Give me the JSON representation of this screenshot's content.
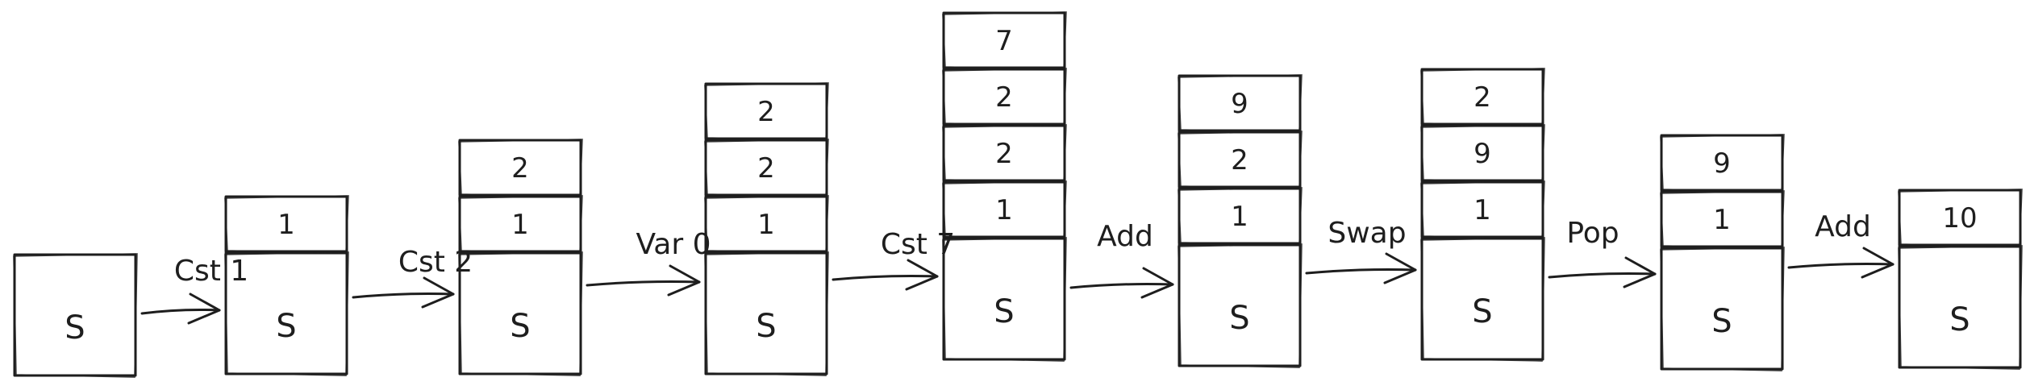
{
  "diagram": {
    "base_label": "S",
    "stacks": [
      {
        "cells": []
      },
      {
        "cells": [
          "1"
        ]
      },
      {
        "cells": [
          "1",
          "2"
        ]
      },
      {
        "cells": [
          "1",
          "2",
          "2"
        ]
      },
      {
        "cells": [
          "1",
          "2",
          "2",
          "7"
        ]
      },
      {
        "cells": [
          "1",
          "2",
          "9"
        ]
      },
      {
        "cells": [
          "1",
          "9",
          "2"
        ]
      },
      {
        "cells": [
          "1",
          "9"
        ]
      },
      {
        "cells": [
          "10"
        ]
      }
    ],
    "operations": [
      "Cst 1",
      "Cst 2",
      "Var 0",
      "Cst 7",
      "Add",
      "Swap",
      "Pop",
      "Add"
    ]
  }
}
